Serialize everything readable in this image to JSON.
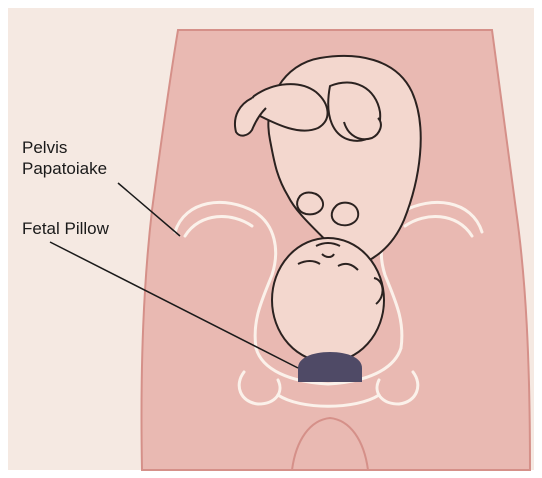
{
  "labels": {
    "pelvis_line1": "Pelvis",
    "pelvis_line2": "Papatoiake",
    "fetal_pillow": "Fetal Pillow"
  },
  "colors": {
    "background": "#f5e9e2",
    "body_fill": "#e9b9b2",
    "body_edge": "#d59089",
    "fetus_fill": "#f3d7ce",
    "fetus_outline": "#2b2220",
    "pelvis_bone": "#fbf1ea",
    "pillow": "#4f4a66",
    "leader_line": "#1a1a1a"
  }
}
